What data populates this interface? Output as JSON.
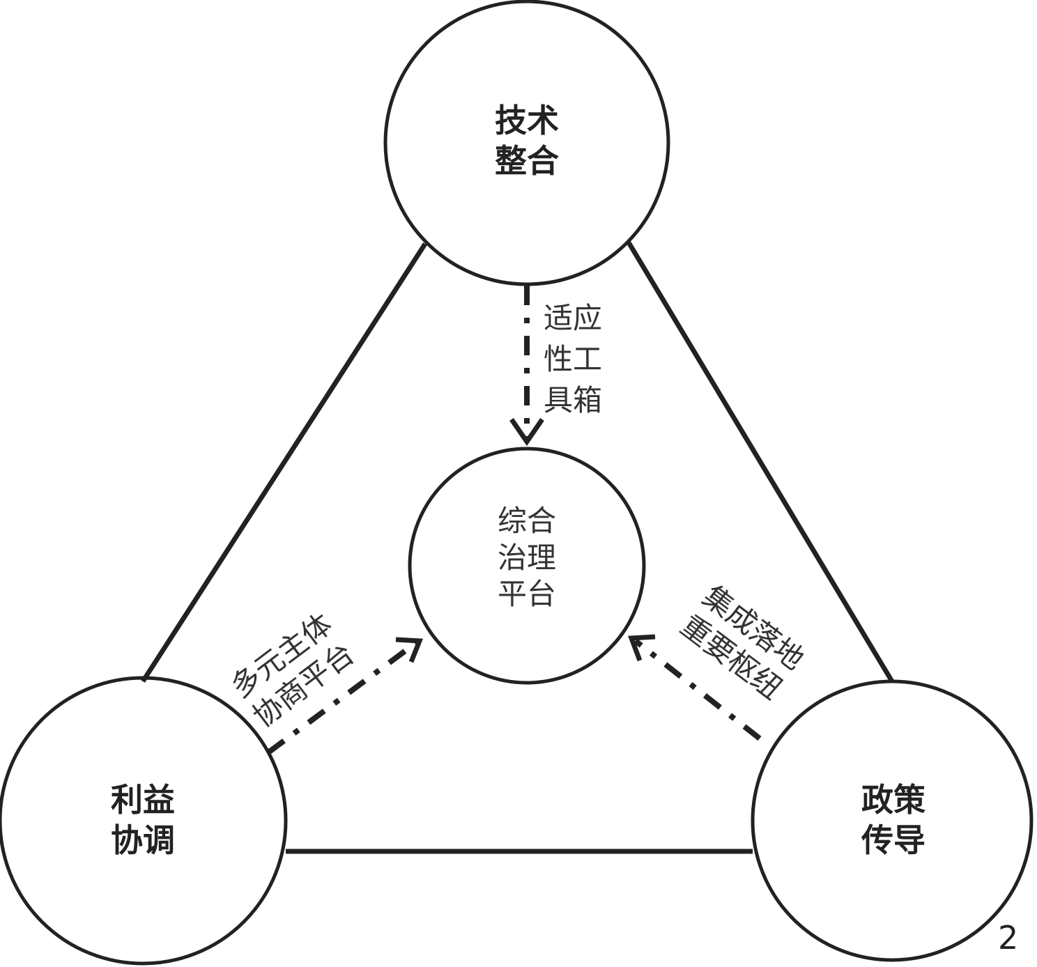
{
  "nodes": {
    "top": [
      "技术",
      "整合"
    ],
    "center": [
      "综合",
      "治理",
      "平台"
    ],
    "left": [
      "利益",
      "协调"
    ],
    "right": [
      "政策",
      "传导"
    ]
  },
  "edges": {
    "top_to_center": [
      "适应",
      "性工",
      "具箱"
    ],
    "left_to_center": [
      "多元主体",
      "协商平台"
    ],
    "right_to_center": [
      "集成落地",
      "重要枢纽"
    ]
  },
  "page_number": "2",
  "colors": {
    "stroke": "#222222",
    "background": "#ffffff"
  }
}
